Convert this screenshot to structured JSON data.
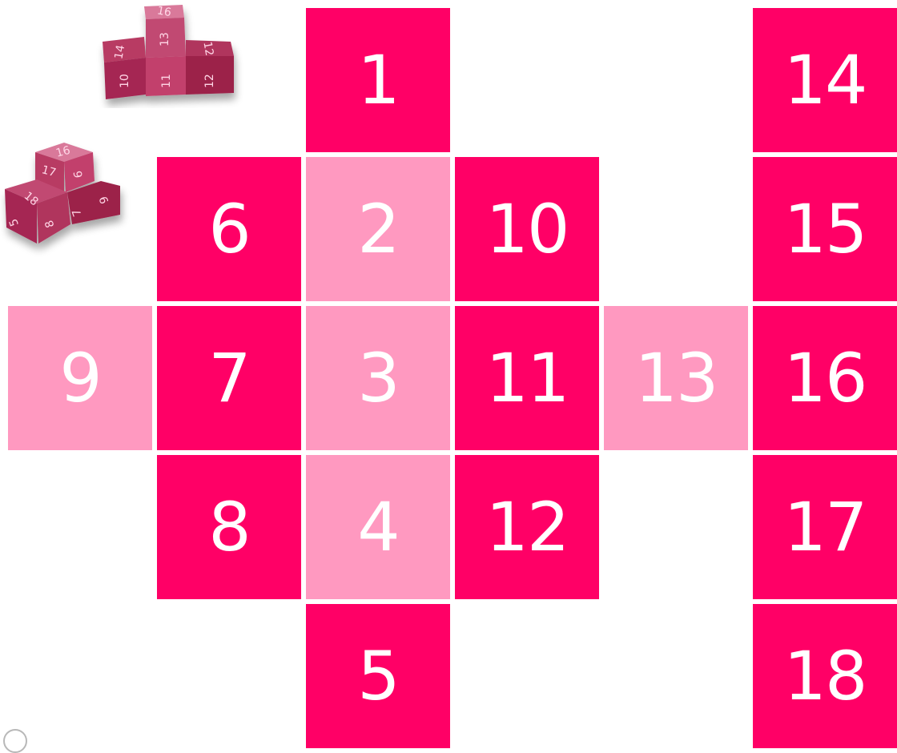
{
  "tiles": [
    {
      "label": "1",
      "shade": "dark"
    },
    {
      "label": "2",
      "shade": "light"
    },
    {
      "label": "3",
      "shade": "light"
    },
    {
      "label": "4",
      "shade": "light"
    },
    {
      "label": "5",
      "shade": "dark"
    },
    {
      "label": "6",
      "shade": "dark"
    },
    {
      "label": "7",
      "shade": "dark"
    },
    {
      "label": "8",
      "shade": "dark"
    },
    {
      "label": "9",
      "shade": "light"
    },
    {
      "label": "10",
      "shade": "dark"
    },
    {
      "label": "11",
      "shade": "dark"
    },
    {
      "label": "12",
      "shade": "dark"
    },
    {
      "label": "13",
      "shade": "light"
    },
    {
      "label": "14",
      "shade": "dark"
    },
    {
      "label": "15",
      "shade": "dark"
    },
    {
      "label": "16",
      "shade": "dark"
    },
    {
      "label": "17",
      "shade": "dark"
    },
    {
      "label": "18",
      "shade": "dark"
    }
  ],
  "colors": {
    "dark": "#ff0066",
    "light": "#ff99c0",
    "text": "#ffffff",
    "cube_top": "#c2416c",
    "cube_side": "#9c2248"
  },
  "photos": {
    "top": {
      "labels": [
        "16",
        "13",
        "14",
        "12",
        "10",
        "11",
        "12"
      ]
    },
    "bottom": {
      "labels": [
        "16",
        "17",
        "6",
        "18",
        "5",
        "8",
        "7",
        "9"
      ]
    }
  },
  "corner_icon": "loading-circle-icon"
}
